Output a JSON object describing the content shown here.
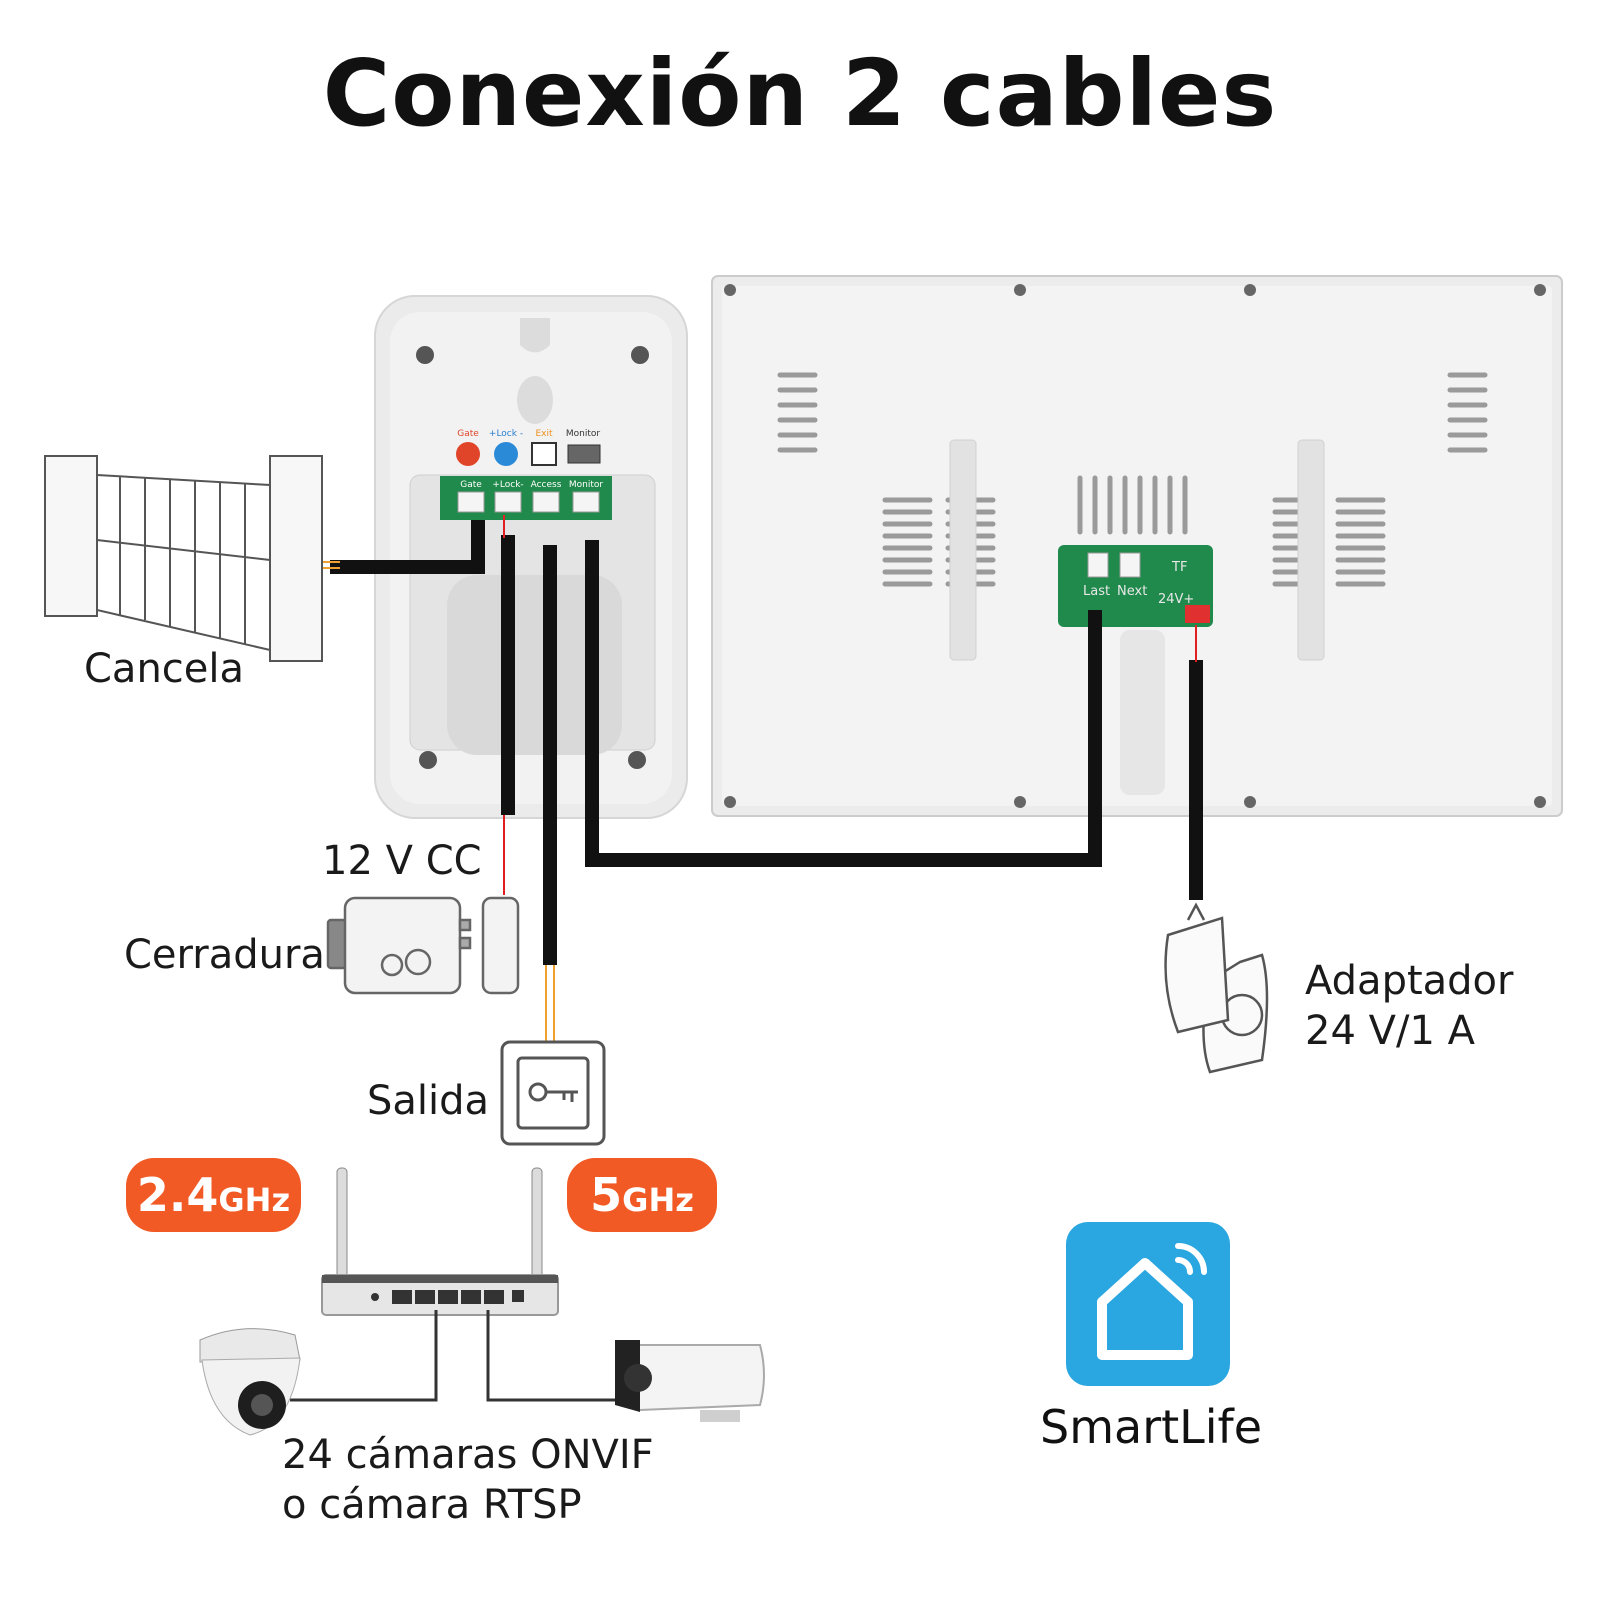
{
  "title": "Conexión 2 cables",
  "labels": {
    "gate": "Cancela",
    "voltage": "12 V CC",
    "lock": "Cerradura",
    "exit": "Salida",
    "adapter_line1": "Adaptador",
    "adapter_line2": "24 V/1 A",
    "cameras_line1": "24 cámaras ONVIF",
    "cameras_line2": "o cámara RTSP",
    "app": "SmartLife"
  },
  "badges": {
    "band1_num": "2.4",
    "band1_unit": "GHz",
    "band2_num": "5",
    "band2_unit": "GHz"
  },
  "outdoor_unit": {
    "top_icons": [
      "Gate",
      "+Lock -",
      "Exit",
      "Monitor"
    ],
    "terminals": [
      "Gate",
      "+Lock-",
      "Access",
      "Monitor"
    ]
  },
  "monitor_board": {
    "labels": [
      "Last",
      "Next",
      "TF",
      "24V+"
    ]
  },
  "colors": {
    "accent": "#f15a24",
    "app_icon": "#2aa6e0",
    "pcb": "#1f8a4c",
    "cable": "#111111",
    "wire_red": "#e02020",
    "wire_orange": "#f0a030"
  },
  "icons": [
    "gate-icon",
    "lock-icon",
    "exit-button-icon",
    "power-adapter-icon",
    "router-icon",
    "dome-camera-icon",
    "bullet-camera-icon",
    "smartlife-home-icon"
  ]
}
